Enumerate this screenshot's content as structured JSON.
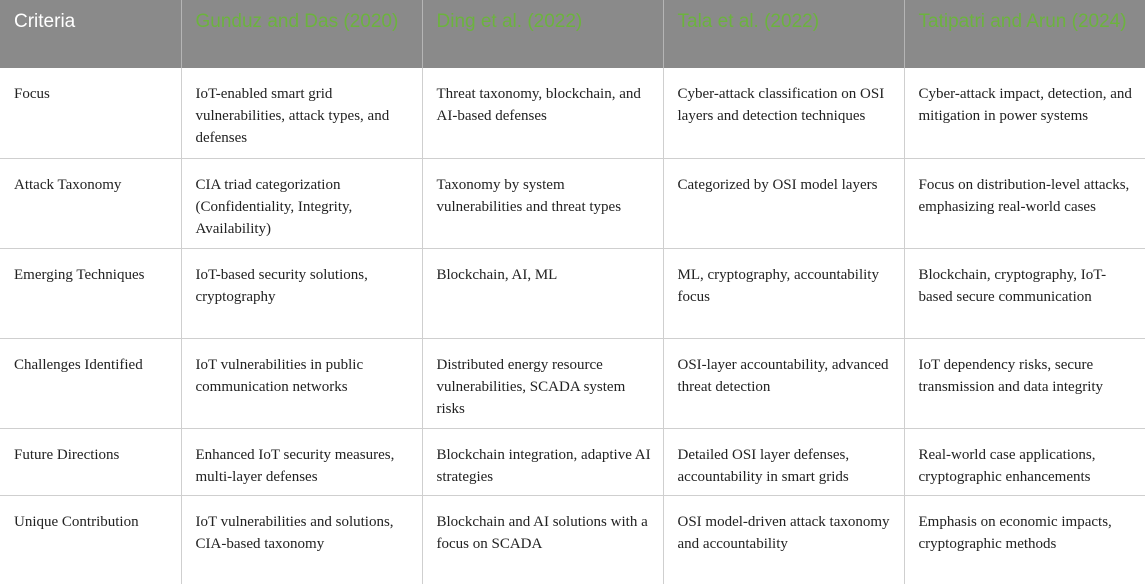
{
  "table": {
    "headers": [
      "Criteria",
      "Gunduz and Das (2020)",
      "Ding et al. (2022)",
      "Tala et al. (2022)",
      "Tatipatri and Arun (2024)"
    ],
    "rows": [
      [
        "Focus",
        "IoT-enabled smart grid vulnerabilities, attack types, and defenses",
        "Threat taxonomy, blockchain, and AI-based defenses",
        "Cyber-attack classification on OSI layers and detection techniques",
        "Cyber-attack impact, detection, and mitigation in power systems"
      ],
      [
        "Attack Taxonomy",
        "CIA triad categorization (Confidentiality, Integrity, Availability)",
        "Taxonomy by system vulnerabilities and threat types",
        "Categorized by OSI model layers",
        "Focus on distribution-level attacks, emphasizing real-world cases"
      ],
      [
        "Emerging Techniques",
        "IoT-based security solutions, cryptography",
        "Blockchain, AI, ML",
        "ML, cryptography, accountability focus",
        "Blockchain, cryptography, IoT-based secure communication"
      ],
      [
        "Challenges Identified",
        "IoT vulnerabilities in public communication networks",
        "Distributed energy resource vulnerabilities, SCADA system risks",
        "OSI-layer accountability, advanced threat detection",
        "IoT dependency risks, secure transmission and data integrity"
      ],
      [
        "Future Directions",
        "Enhanced IoT security measures, multi-layer defenses",
        "Blockchain integration, adaptive AI strategies",
        "Detailed OSI layer defenses, accountability in smart grids",
        "Real-world case applications, cryptographic enhancements"
      ],
      [
        "Unique Contribution",
        "IoT vulnerabilities and solutions, CIA-based taxonomy",
        "Blockchain and AI solutions with a focus on SCADA",
        "OSI model-driven attack taxonomy and accountability",
        "Emphasis on economic impacts, cryptographic methods"
      ]
    ]
  },
  "colors": {
    "header_bg": "#8a8a8a",
    "header_text": "#ffffff",
    "header_source_text": "#6cb33e",
    "grid_line": "#cfcfcf"
  }
}
